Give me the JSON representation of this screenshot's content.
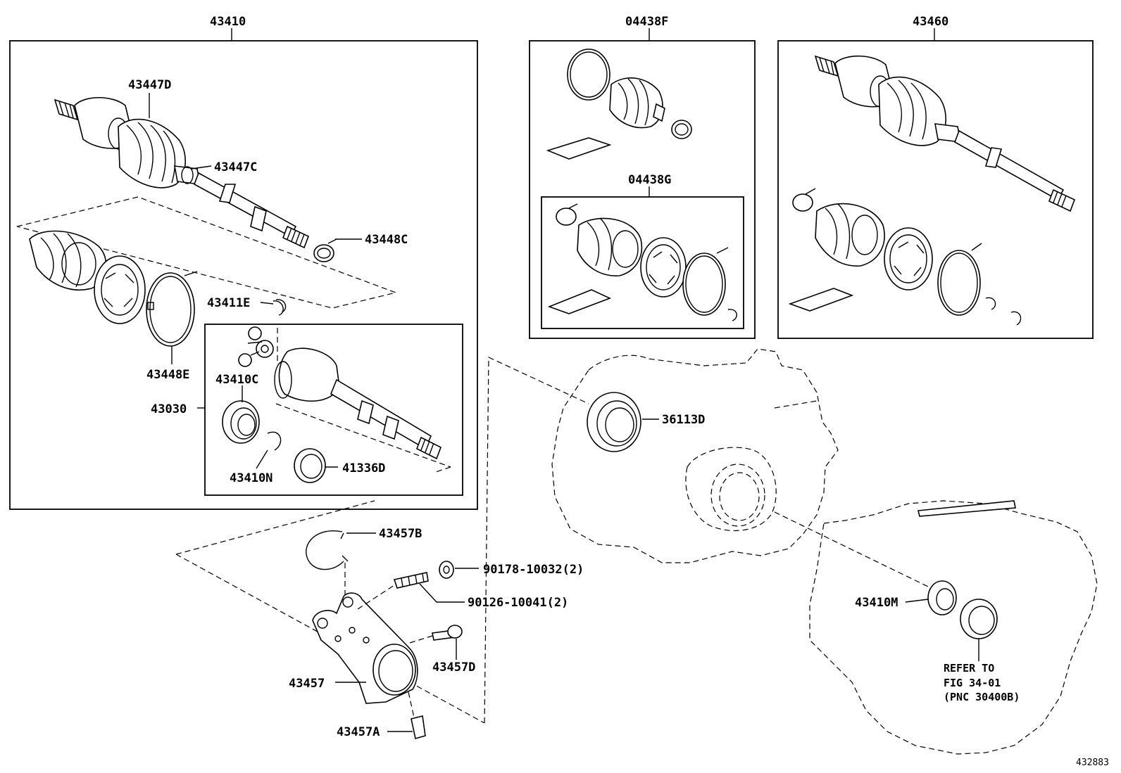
{
  "labels": {
    "p43410": "43410",
    "p04438F": "04438F",
    "p43460": "43460",
    "p43447D": "43447D",
    "p43447C": "43447C",
    "p43448C": "43448C",
    "p43411E": "43411E",
    "p43448E": "43448E",
    "p43410C": "43410C",
    "p43030": "43030",
    "p43410N": "43410N",
    "p41336D": "41336D",
    "p04438G": "04438G",
    "p36113D": "36113D",
    "p43457B": "43457B",
    "p90178": "90178-10032(2)",
    "p90126": "90126-10041(2)",
    "p43457D": "43457D",
    "p43457": "43457",
    "p43457A": "43457A",
    "p43410M": "43410M"
  },
  "note": {
    "line1": "REFER TO",
    "line2": "FIG 34-01",
    "line3": "(PNC 30400B)"
  },
  "figure_number": "432883"
}
